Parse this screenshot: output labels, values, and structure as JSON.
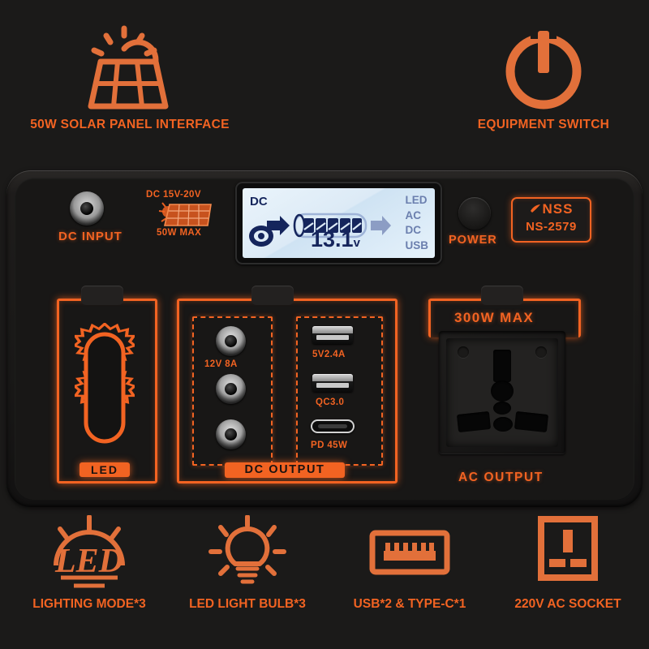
{
  "theme": {
    "accent": "#f26322",
    "background": "#1b1a19",
    "lcd_bg": "#e3f0fa",
    "lcd_ink": "#15255c"
  },
  "top_callouts": [
    {
      "icon": "solar-panel-icon",
      "label": "50W SOLAR PANEL INTERFACE"
    },
    {
      "icon": "power-symbol-icon",
      "label": "EQUIPMENT SWITCH"
    }
  ],
  "device": {
    "dc_input": {
      "port_label": "DC  INPUT",
      "voltage_range": "DC  15V-20V",
      "max_power": "50W  MAX",
      "icon": "solar-panel-small-icon"
    },
    "display": {
      "source_label": "DC",
      "voltage": "13.1",
      "voltage_unit": "v",
      "battery_segments": 5,
      "battery_segments_filled": 5,
      "indicators": [
        "LED",
        "AC",
        "DC",
        "USB"
      ],
      "status_icon": "target-dot-icon"
    },
    "power_button": {
      "label": "POWER"
    },
    "badge": {
      "brand": "NSS",
      "model": "NS-2579"
    },
    "led_panel": {
      "caption": "LED",
      "icon": "led-lamp-burst-icon"
    },
    "dc_output": {
      "caption": "DC  OUTPUT",
      "barrel_jacks": {
        "count": 3,
        "label": "12V   8A"
      },
      "usb_ports": [
        {
          "type": "usb-a",
          "label": "5V2.4A"
        },
        {
          "type": "usb-a",
          "label": "QC3.0"
        },
        {
          "type": "usb-c",
          "label": "PD  45W"
        }
      ]
    },
    "ac_output": {
      "max_power": "300W  MAX",
      "caption": "AC  OUTPUT",
      "socket": "universal-socket"
    }
  },
  "features": [
    {
      "icon": "led-sun-icon",
      "label": "LIGHTING MODE*3"
    },
    {
      "icon": "light-bulb-icon",
      "label": "LED LIGHT BULB*3"
    },
    {
      "icon": "usb-port-icon",
      "label": "USB*2 & TYPE-C*1"
    },
    {
      "icon": "ac-socket-icon",
      "label": "220V AC SOCKET"
    }
  ]
}
